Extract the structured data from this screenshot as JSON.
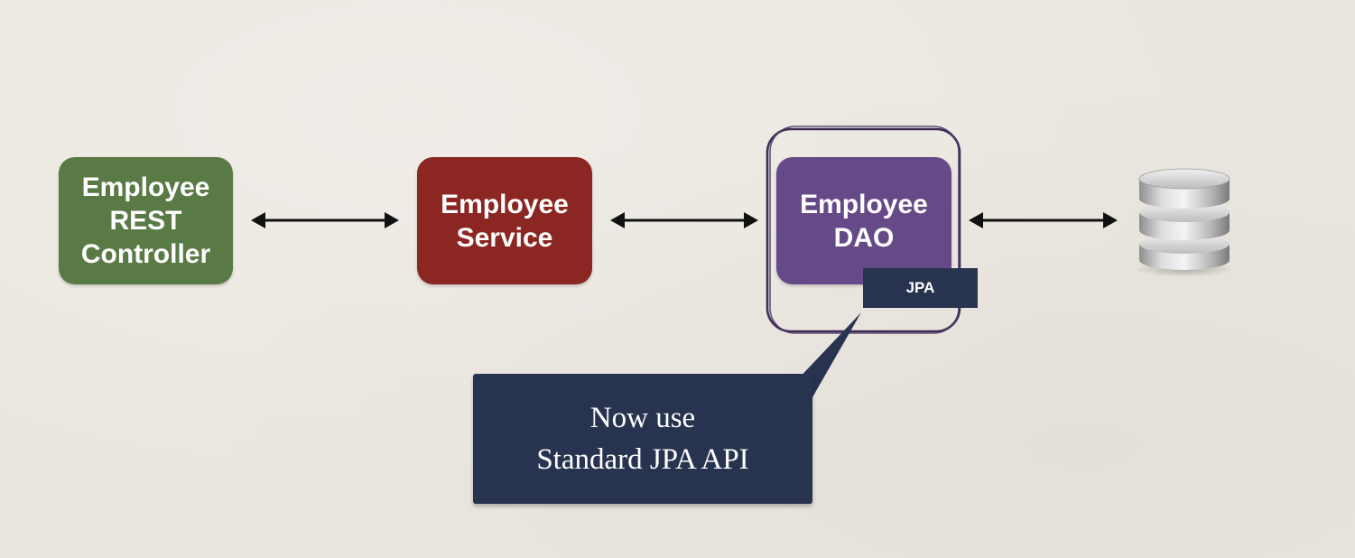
{
  "diagram": {
    "controller": {
      "line1": "Employee",
      "line2": "REST",
      "line3": "Controller"
    },
    "service": {
      "line1": "Employee",
      "line2": "Service"
    },
    "dao": {
      "line1": "Employee",
      "line2": "DAO"
    },
    "jpa_tag": "JPA",
    "callout": {
      "line1": "Now use",
      "line2": "Standard JPA API"
    },
    "database": {
      "icon": "database-icon"
    },
    "colors": {
      "controller": "#5a7a45",
      "service": "#8b2622",
      "dao": "#664a87",
      "callout": "#28334f",
      "highlight": "#3f2d55"
    }
  }
}
